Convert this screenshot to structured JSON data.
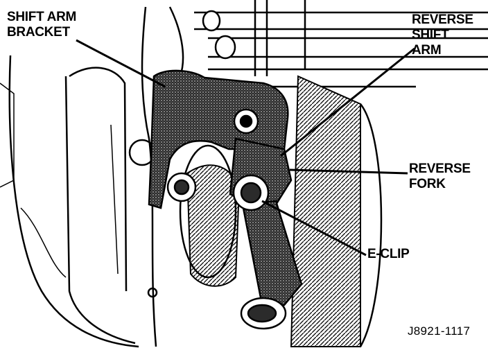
{
  "labels": {
    "shift_arm_bracket": [
      "SHIFT ARM",
      "BRACKET"
    ],
    "reverse_shift_arm": [
      "REVERSE",
      "SHIFT",
      "ARM"
    ],
    "reverse_fork": [
      "REVERSE",
      "FORK"
    ],
    "e_clip": "E-CLIP",
    "figure_ref": "J8921-1117"
  },
  "colors": {
    "ink": "#000000",
    "paper": "#ffffff",
    "shade": "#3a3a3a"
  }
}
